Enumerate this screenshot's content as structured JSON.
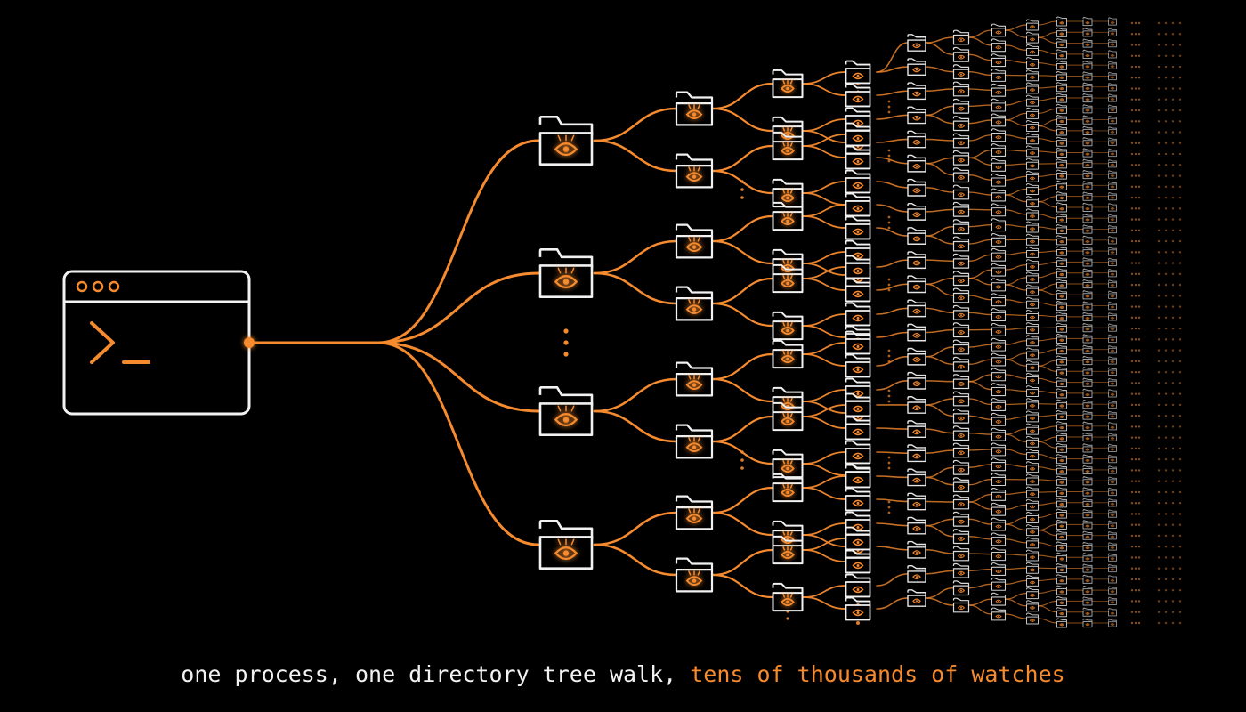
{
  "colors": {
    "background": "#000000",
    "accent": "#f58a2e",
    "outline": "#f2f2f2"
  },
  "diagram": {
    "root": {
      "type": "terminal-window",
      "icon": "terminal-prompt-icon"
    },
    "node_icon": "folder-eye-icon",
    "ellipsis_icon": "vertical-ellipsis-icon",
    "branching": "tree fanning out left to right, doubling per level, fading into dots"
  },
  "caption": {
    "plain": "one process, one directory tree walk, ",
    "highlight": "tens of thousands of watches"
  }
}
